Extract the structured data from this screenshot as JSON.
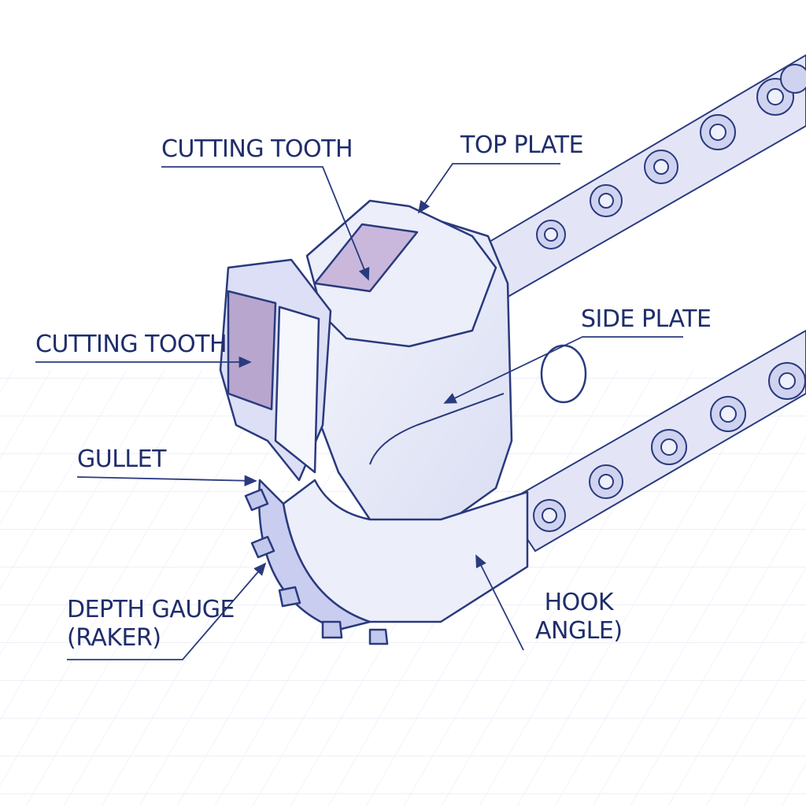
{
  "colors": {
    "ink": "#1f2d6b",
    "line": "#2a3a7e",
    "body_fill": "#e7e9f8",
    "body_shade": "#c9cdef",
    "accent_face": "#b8a6cf",
    "grid": "#dfe3f1"
  },
  "labels": {
    "cutting_tooth_top": "CUTTING TOOTH",
    "top_plate": "TOP PLATE",
    "cutting_tooth_left": "CUTTING TOOTH",
    "side_plate": "SIDE PLATE",
    "gullet": "GULLET",
    "depth_gauge_line1": "DEPTH GAUGE",
    "depth_gauge_line2": "(RAKER)",
    "hook_line1": "HOOK",
    "hook_line2": "ANGLE)"
  }
}
